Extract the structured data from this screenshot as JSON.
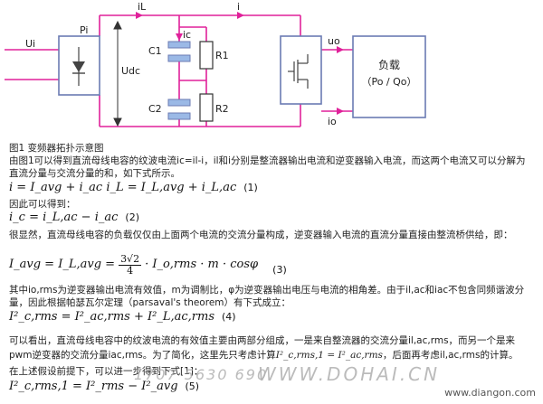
{
  "diagram": {
    "labels": {
      "ui": "Ui",
      "pi": "Pi",
      "il": "iL",
      "i": "i",
      "ic": "ic",
      "udc": "Udc",
      "c1": "C1",
      "c2": "C2",
      "r1": "R1",
      "r2": "R2",
      "uo": "uo",
      "io": "io",
      "load_title": "负载",
      "load_sub": "（Po / Qo）"
    },
    "colors": {
      "wire": "#e0219a",
      "box": "#6b7bb3",
      "box_fill": "#ffffff",
      "cap_plate": "#9bb9e6"
    }
  },
  "text": {
    "caption": "图1 变频器拓扑示意图",
    "para1": "由图1可以得到直流母线电容的纹波电流ic=il-i，il和i分别是整流器输出电流和逆变器输入电流，而这两个电流又可以分解为直流分量与交流分量的和，如下式所示。",
    "eq1": "i = I_avg + i_ac   i_L = I_L,avg + i_L,ac",
    "eq1_num": "(1)",
    "line_get": "因此可以得到：",
    "eq2": "i_c = i_L,ac − i_ac",
    "eq2_num": "(2)",
    "para2": "很显然，直流母线电容的负载仅仅由上面两个电流的交流分量构成，逆变器输入电流的直流分量直接由整流桥供给，即：",
    "eq3_lhs": "I_avg = I_L,avg =",
    "eq3_frac_num": "3√2",
    "eq3_frac_den": "4",
    "eq3_rhs": "· I_o,rms · m · cosφ",
    "eq3_num": "(3)",
    "para3": "其中io,rms为逆变器输出电流有效值，m为调制比，φ为逆变器输出电压与电流的相角差。由于il,ac和iac不包含同频谐波分量，因此根据帕瑟瓦尔定理（parsaval's theorem）有下式成立：",
    "eq4": "I²_c,rms = I²_ac,rms + I²_L,ac,rms",
    "eq4_num": "(4)",
    "para4": "可以看出，直流母线电容中的纹波电流的有效值主要由两部分组成，一是来自整流器的交流分量il,ac,rms，而另一个是来",
    "para5a": "pwm逆变器的交流分量iac,rms。为了简化，这里先只考虑计算",
    "para5_eq": "I²_c,rms,1 = I²_ac,rms",
    "para5b": "，后面再考虑il,ac,rms的计算。",
    "line_last": "在上述假设前提下，可以进一步得到下式[1]：",
    "eq5": "I²_c,rms,1 = I²_rms − I²_avg",
    "eq5_num": "(5)"
  },
  "watermarks": {
    "phone": "1707 5630 690",
    "site": "WWW.DOHAI.CN",
    "url": "www.diangon.com"
  }
}
